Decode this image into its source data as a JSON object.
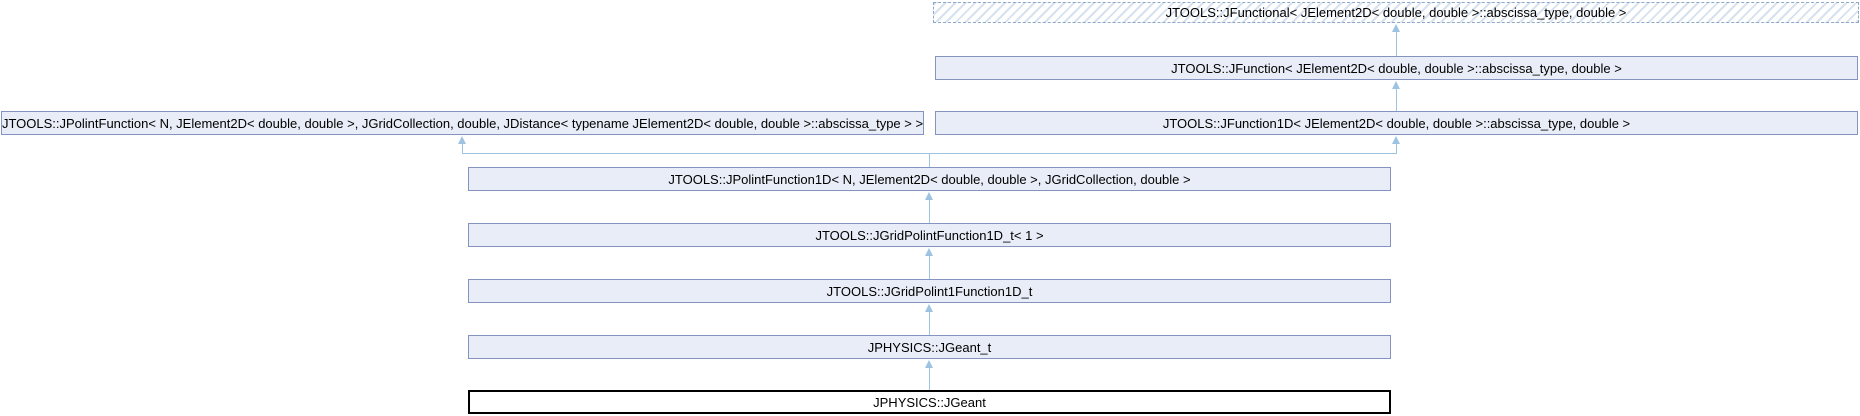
{
  "diagram": {
    "type": "inheritance-graph",
    "subject_class": "JPHYSICS::JGeant",
    "background": "#ffffff",
    "colors": {
      "node_fill": "#e9edf7",
      "node_border": "#8494be",
      "edge": "#9dc3e1",
      "current_node_border": "#000000",
      "current_node_fill": "#ffffff",
      "template_hatch_stripe": "#d7e2f0",
      "template_dashed_border": "#8ea9c8"
    },
    "nodes": {
      "jfunctional": {
        "label": "JTOOLS::JFunctional< JElement2D< double, double >::abscissa_type, double >",
        "style": "template-instantiation"
      },
      "jfunction": {
        "label": "JTOOLS::JFunction< JElement2D< double, double >::abscissa_type, double >"
      },
      "jpolintfunction": {
        "label": "JTOOLS::JPolintFunction< N, JElement2D< double, double >, JGridCollection, double, JDistance< typename JElement2D< double, double >::abscissa_type > >"
      },
      "jfunction1d": {
        "label": "JTOOLS::JFunction1D< JElement2D< double, double >::abscissa_type, double >"
      },
      "jpolintfunction1d": {
        "label": "JTOOLS::JPolintFunction1D< N, JElement2D< double, double >, JGridCollection, double >"
      },
      "jgridpolintfunction1d_t": {
        "label": "JTOOLS::JGridPolintFunction1D_t< 1 >"
      },
      "jgridpolint1function1d_t": {
        "label": "JTOOLS::JGridPolint1Function1D_t"
      },
      "jgeant_t": {
        "label": "JPHYSICS::JGeant_t"
      },
      "jgeant": {
        "label": "JPHYSICS::JGeant",
        "current": true
      }
    },
    "edges": [
      {
        "from": "jfunction",
        "to": "jfunctional"
      },
      {
        "from": "jfunction1d",
        "to": "jfunction"
      },
      {
        "from": "jpolintfunction1d",
        "to": "jpolintfunction"
      },
      {
        "from": "jpolintfunction1d",
        "to": "jfunction1d"
      },
      {
        "from": "jgridpolintfunction1d_t",
        "to": "jpolintfunction1d"
      },
      {
        "from": "jgridpolint1function1d_t",
        "to": "jgridpolintfunction1d_t"
      },
      {
        "from": "jgeant_t",
        "to": "jgridpolint1function1d_t"
      },
      {
        "from": "jgeant",
        "to": "jgeant_t"
      }
    ]
  }
}
